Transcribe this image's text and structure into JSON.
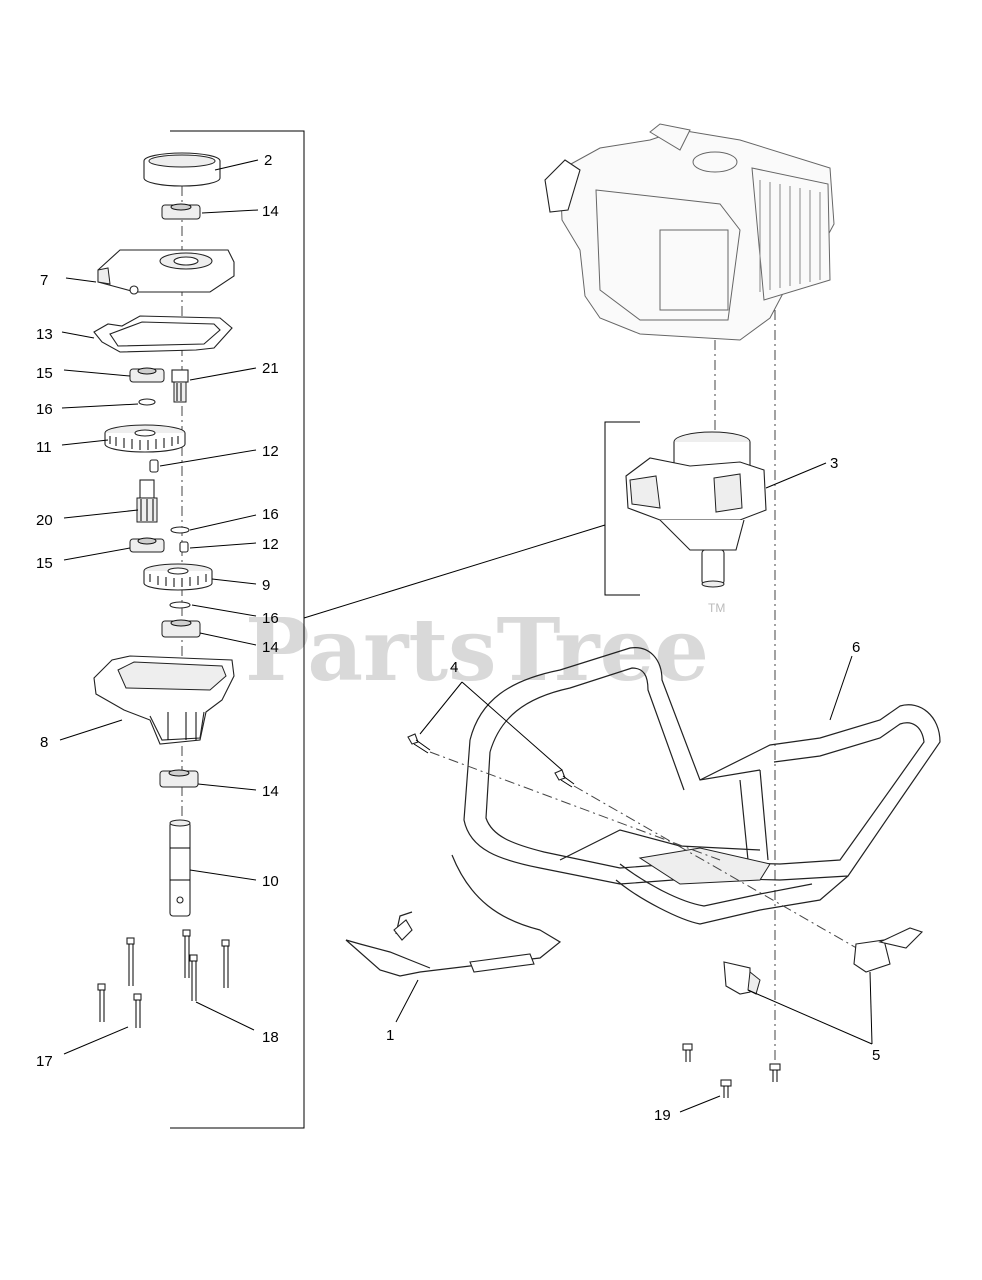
{
  "watermark": {
    "text": "PartsTree",
    "trademark": "TM"
  },
  "callouts": {
    "c1": "1",
    "c2": "2",
    "c3": "3",
    "c4": "4",
    "c5": "5",
    "c6": "6",
    "c7": "7",
    "c8": "8",
    "c9": "9",
    "c10": "10",
    "c11": "11",
    "c12a": "12",
    "c12b": "12",
    "c13": "13",
    "c14a": "14",
    "c14b": "14",
    "c14c": "14",
    "c15a": "15",
    "c15b": "15",
    "c16a": "16",
    "c16b": "16",
    "c16c": "16",
    "c17": "17",
    "c18": "18",
    "c19": "19",
    "c20": "20",
    "c21": "21"
  }
}
